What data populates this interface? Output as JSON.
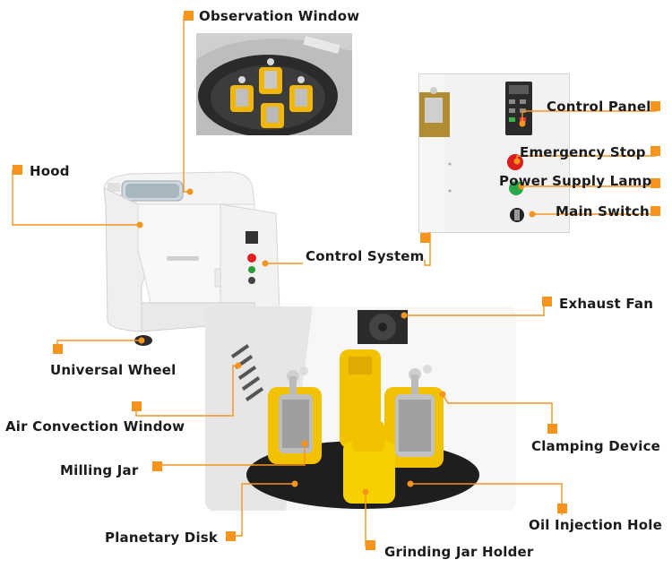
{
  "accent_color": "#f7941d",
  "labels": {
    "observation_window": "Observation Window",
    "hood": "Hood",
    "control_panel": "Control Panel",
    "emergency_stop": "Emergency Stop",
    "power_supply_lamp": "Power Supply Lamp",
    "main_switch": "Main Switch",
    "control_system": "Control System",
    "exhaust_fan": "Exhaust Fan",
    "universal_wheel": "Universal Wheel",
    "air_convection_window": "Air Convection Window",
    "clamping_device": "Clamping Device",
    "milling_jar": "Milling Jar",
    "oil_injection_hole": "Oil Injection Hole",
    "planetary_disk": "Planetary Disk",
    "grinding_jar_holder": "Grinding Jar Holder"
  }
}
